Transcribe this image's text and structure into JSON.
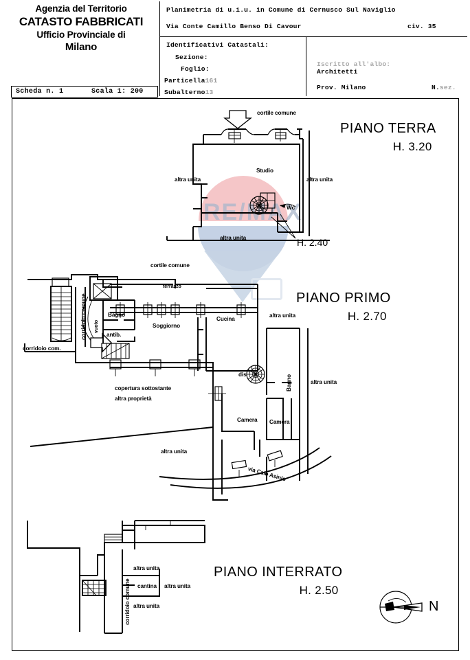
{
  "header": {
    "agency_line1": "Agenzia del Territorio",
    "agency_line2": "CATASTO FABBRICATI",
    "agency_line3": "Ufficio Provinciale di",
    "agency_line4": "Milano",
    "scheda_label": "Scheda n. 1",
    "scala_label": "Scala 1: 200",
    "planimetria_line": "Planimetria di u.i.u. in Comune di Cernusco Sul Naviglio",
    "address_line": "Via Conte Camillo Benso Di Cavour",
    "civico": "civ. 35",
    "identificativi_label": "Identificativi Catastali:",
    "sezione_label": "Sezione:",
    "foglio_label": "Foglio:",
    "particella_label": "Particella",
    "particella_value": "161",
    "subalterno_label": "Subalterno",
    "subalterno_value": "13",
    "iscritto_label": "Iscritto all'albo:",
    "albo_value": "Architetti",
    "prov_label": "Prov. Milano",
    "numero_label": "N.",
    "numero_value": "sez."
  },
  "watermark": {
    "text": "RE/MAX",
    "color_red": "#f3bcbe",
    "color_blue": "#bfcde2"
  },
  "floors": [
    {
      "id": "piano-terra",
      "title": "PIANO TERRA",
      "height": "H. 3.20",
      "secondary_height": "H. 2.40",
      "rooms": [
        "Studio",
        "Wc"
      ],
      "annotations": [
        "cortile comune",
        "altra unita",
        "altra unita",
        "altra unita"
      ]
    },
    {
      "id": "piano-primo",
      "title": "PIANO PRIMO",
      "height": "H. 2.70",
      "rooms": [
        "Bagno",
        "antib.",
        "Soggiorno",
        "Cucina",
        "dis",
        "Bagno",
        "Camera",
        "Camera"
      ],
      "annotations": [
        "cortile comune",
        "terrazzo",
        "corridoio comune",
        "vuoto",
        "corridoio com.",
        "altra unita",
        "altra unita",
        "altra unita",
        "copertura sottostante",
        "altra proprietà",
        "via Caio Asinio"
      ]
    },
    {
      "id": "piano-interrato",
      "title": "PIANO INTERRATO",
      "height": "H. 2.50",
      "rooms": [
        "cantina"
      ],
      "annotations": [
        "corridoio comune",
        "altra unita",
        "altra unita",
        "altra unita"
      ]
    }
  ],
  "plan_labels": {
    "cortile_comune": "cortile comune",
    "studio": "Studio",
    "wc": "Wc",
    "altra_unita": "altra unita",
    "h240": "H. 2.40",
    "terrazzo": "terrazzo",
    "corridoio_comune": "corridoio comune",
    "corridoio_com": "corridoio com.",
    "vuoto": "vuoto",
    "bagno": "Bagno",
    "antib": "antib.",
    "soggiorno": "Soggiorno",
    "cucina": "Cucina",
    "dis": "dis",
    "camera": "Camera",
    "copertura": "copertura sottostante",
    "altra_proprieta": "altra proprietà",
    "via_caio_asinio": "via Caio Asinio",
    "cantina": "cantina"
  },
  "compass": {
    "north_label": "N"
  }
}
